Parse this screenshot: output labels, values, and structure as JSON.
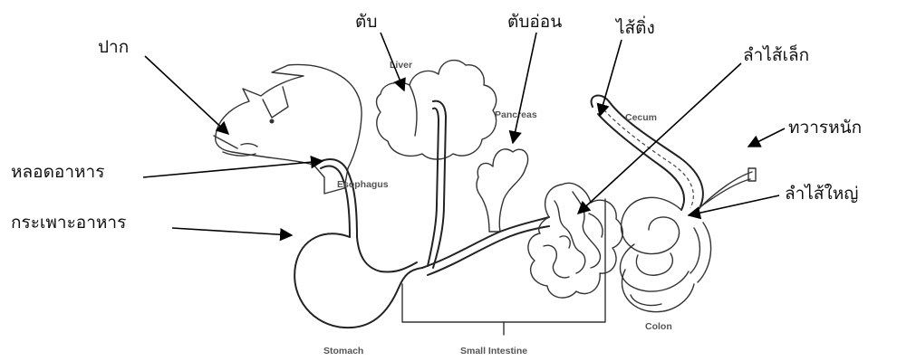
{
  "labels_thai": {
    "mouth": "ปาก",
    "liver": "ตับ",
    "pancreas": "ตับอ่อน",
    "cecum": "ไส้ติ่ง",
    "small_intestine": "ลำไส้เล็ก",
    "anus": "ทวารหนัก",
    "esophagus": "หลอดอาหาร",
    "large_intestine": "ลำไส้ใหญ่",
    "stomach": "กระเพาะอาหาร"
  },
  "labels_english": {
    "liver": "Liver",
    "pancreas": "Pancreas",
    "cecum": "Cecum",
    "esophagus": "Esophagus",
    "colon": "Colon",
    "stomach": "Stomach",
    "small_intestine": "Small Intestine"
  }
}
